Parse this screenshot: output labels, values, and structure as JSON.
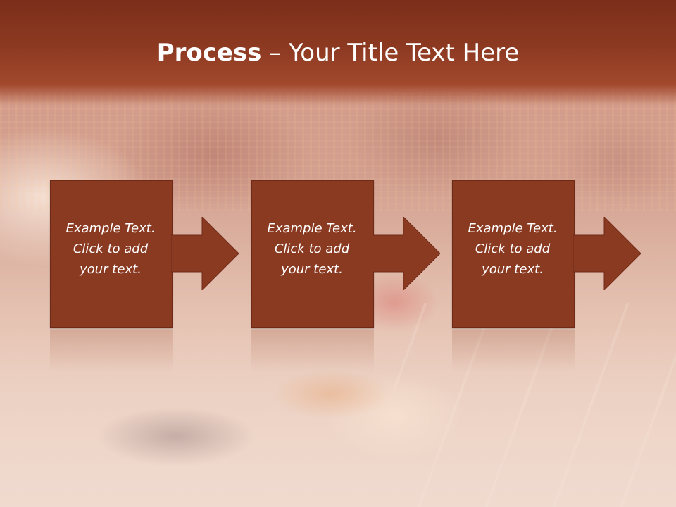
{
  "slide": {
    "title_bold": "Process",
    "title_rest": " – Your Title Text Here"
  },
  "steps": [
    {
      "text": "Example Text.\nClick  to add\nyour text."
    },
    {
      "text": "Example Text.\nClick  to add\nyour text."
    },
    {
      "text": "Example Text.\nClick  to add\nyour text."
    }
  ],
  "colors": {
    "title_band": "#8e3a22",
    "step_fill": "#8b3a22",
    "text": "#ffffff"
  }
}
